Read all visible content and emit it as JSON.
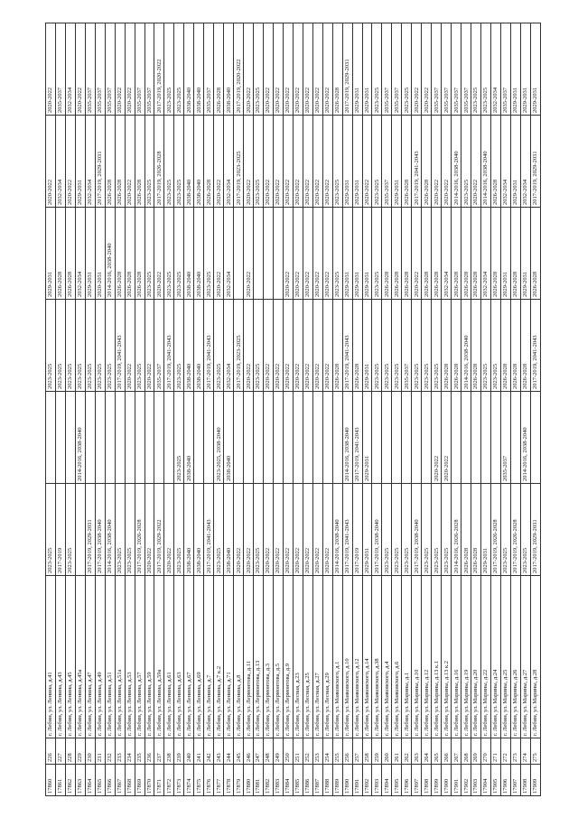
{
  "rows": [
    {
      "code": "17860",
      "num": "226",
      "address": "г. Лебин, ул. Ленина, д.41",
      "y1": "2023-2025",
      "y2": "",
      "y3": "2023-2025",
      "y4": "2029-2031",
      "y5": "2020-2022",
      "y6": "2020-2022"
    },
    {
      "code": "17861",
      "num": "227",
      "address": "г. Лебин, ул. Ленина, д.43",
      "y1": "2017-2019",
      "y2": "",
      "y3": "2023-2025",
      "y4": "2026-2028",
      "y5": "2032-2034",
      "y6": "2035-2037"
    },
    {
      "code": "17862",
      "num": "228",
      "address": "г. Лебин, ул. Ленина, д.45",
      "y1": "2023-2025",
      "y2": "",
      "y3": "2023-2025",
      "y4": "2026-2028",
      "y5": "2020-2022",
      "y6": "2032-2034"
    },
    {
      "code": "17863",
      "num": "229",
      "address": "г. Лебин, ул. Ленина, д.45а",
      "y1": "",
      "y2": "2014-2016, 2038-2040",
      "y3": "2023-2025",
      "y4": "2032-2034",
      "y5": "2029-2031",
      "y6": "2020-2022"
    },
    {
      "code": "17864",
      "num": "230",
      "address": "г. Лебин, ул. Ленина, д.47",
      "y1": "2017-2019, 2029-2031",
      "y2": "",
      "y3": "2023-2025",
      "y4": "2029-2031",
      "y5": "2032-2034",
      "y6": "2035-2037"
    },
    {
      "code": "17865",
      "num": "231",
      "address": "г. Лебин, ул. Ленина, д.49",
      "y1": "2017-2019, 2038-2040",
      "y2": "",
      "y3": "2023-2025",
      "y4": "2020-2031",
      "y5": "2017-2019, 2029-2031",
      "y6": "2035-2037"
    },
    {
      "code": "17866",
      "num": "232",
      "address": "г. Лебин, ул. Ленина, д.51",
      "y1": "2014-2016, 2038-2040",
      "y2": "",
      "y3": "2023-2025",
      "y4": "2014-2016, 2038-2040",
      "y5": "2026-2028",
      "y6": "2035-2037"
    },
    {
      "code": "17867",
      "num": "233",
      "address": "г. Лебин, ул. Ленина, д.51а",
      "y1": "2023-2025",
      "y2": "",
      "y3": "2017-2019, 2041-2043",
      "y4": "2026-2028",
      "y5": "2026-2028",
      "y6": "2020-2022"
    },
    {
      "code": "17868",
      "num": "234",
      "address": "г. Лебин, ул. Ленина, д.53",
      "y1": "2023-2025",
      "y2": "",
      "y3": "2020-2022",
      "y4": "2026-2028",
      "y5": "2020-2022",
      "y6": "2020-2022"
    },
    {
      "code": "17869",
      "num": "235",
      "address": "г. Лебин, ул. Ленина, д.57",
      "y1": "2017-2019, 2026-2028",
      "y2": "",
      "y3": "2023-2025",
      "y4": "2026-2028",
      "y5": "2026-2028",
      "y6": "2035-2037"
    },
    {
      "code": "17870",
      "num": "236",
      "address": "г. Лебин, ул. Ленина, д.59",
      "y1": "2020-2022",
      "y2": "",
      "y3": "2020-2022",
      "y4": "2023-2025",
      "y5": "2023-2025",
      "y6": "2035-2037"
    },
    {
      "code": "17871",
      "num": "237",
      "address": "г. Лебин, ул. Ленина, д.59а",
      "y1": "2017-2019, 2029-2022",
      "y2": "",
      "y3": "2035-2037",
      "y4": "2020-2022",
      "y5": "2017-2019, 2026-2028",
      "y6": "2017-2019, 2020-2022"
    },
    {
      "code": "17872",
      "num": "238",
      "address": "г. Лебин, ул. Ленина, д.61",
      "y1": "2020-2022",
      "y2": "",
      "y3": "2017-2019, 2041-2043",
      "y4": "2023-2025",
      "y5": "2023-2025",
      "y6": "2023-2025"
    },
    {
      "code": "17873",
      "num": "239",
      "address": "г. Лебин, ул. Ленина, д.63",
      "y1": "2023-2025",
      "y2": "2023-2025",
      "y3": "2023-2025",
      "y4": "2023-2025",
      "y5": "2023-2025",
      "y6": "2023-2025"
    },
    {
      "code": "17874",
      "num": "240",
      "address": "г. Лебин, ул. Ленина, д.67",
      "y1": "2038-2040",
      "y2": "2038-2040",
      "y3": "2038-2040",
      "y4": "2038-2040",
      "y5": "2038-2040",
      "y6": "2038-2040"
    },
    {
      "code": "17875",
      "num": "241",
      "address": "г. Лебин, ул. Ленина, д.69",
      "y1": "2038-2040",
      "y2": "",
      "y3": "2038-2040",
      "y4": "2038-2040",
      "y5": "2038-2040",
      "y6": "2038-2040"
    },
    {
      "code": "17876",
      "num": "242",
      "address": "г. Лебин, ул. Ленина, д.7",
      "y1": "2017-2019, 2041-2043",
      "y2": "",
      "y3": "2017-2019, 2041-2043",
      "y4": "2023-2025",
      "y5": "2026-2028",
      "y6": "2035-2037"
    },
    {
      "code": "17877",
      "num": "243",
      "address": "г. Лебин, ул. Ленина, д.7 к.2",
      "y1": "2023-2025",
      "y2": "2023-2025, 2038-2040",
      "y3": "2023-2025",
      "y4": "2020-2022",
      "y5": "2020-2022",
      "y6": "2026-2028"
    },
    {
      "code": "17878",
      "num": "244",
      "address": "г. Лебин, ул. Ленина, д.71",
      "y1": "2038-2040",
      "y2": "2038-2040",
      "y3": "2032-2034",
      "y4": "2032-2034",
      "y5": "2032-2034",
      "y6": "2038-2040"
    },
    {
      "code": "17879",
      "num": "245",
      "address": "г. Лебин, ул. Ленина, д.8",
      "y1": "2020-2022",
      "y2": "",
      "y3": "2017-2019, 2023-2025",
      "y4": "",
      "y5": "2017-2019, 2023-2025",
      "y6": "2017-2019, 2020-2022"
    },
    {
      "code": "17880",
      "num": "246",
      "address": "г. Лебин, ул. Лермонтова, д.11",
      "y1": "2020-2022",
      "y2": "",
      "y3": "2020-2022",
      "y4": "2020-2022",
      "y5": "2020-2022",
      "y6": "2020-2022"
    },
    {
      "code": "17881",
      "num": "247",
      "address": "г. Лебин, ул. Лермонтова, д.13",
      "y1": "2023-2025",
      "y2": "",
      "y3": "2023-2025",
      "y4": "",
      "y5": "2023-2025",
      "y6": "2023-2025"
    },
    {
      "code": "17882",
      "num": "248",
      "address": "г. Лебин, ул. Лермонтова, д.3",
      "y1": "2020-2022",
      "y2": "",
      "y3": "2020-2022",
      "y4": "",
      "y5": "2020-2022",
      "y6": "2020-2022"
    },
    {
      "code": "17883",
      "num": "249",
      "address": "г. Лебин, ул. Лермонтова, д.5",
      "y1": "2020-2022",
      "y2": "",
      "y3": "2020-2022",
      "y4": "",
      "y5": "2020-2022",
      "y6": "2020-2022"
    },
    {
      "code": "17884",
      "num": "250",
      "address": "г. Лебин, ул. Лермонтова, д.9",
      "y1": "2020-2022",
      "y2": "",
      "y3": "2020-2022",
      "y4": "2020-2022",
      "y5": "2020-2022",
      "y6": "2020-2022"
    },
    {
      "code": "17885",
      "num": "251",
      "address": "г. Лебин, ул. Лесная, д.23",
      "y1": "2020-2022",
      "y2": "",
      "y3": "2020-2022",
      "y4": "2020-2022",
      "y5": "2020-2022",
      "y6": "2020-2022"
    },
    {
      "code": "17886",
      "num": "252",
      "address": "г. Лебин, ул. Лесная, д.25",
      "y1": "2020-2022",
      "y2": "",
      "y3": "2020-2022",
      "y4": "2020-2022",
      "y5": "2020-2022",
      "y6": "2020-2022"
    },
    {
      "code": "17887",
      "num": "253",
      "address": "г. Лебин, ул. Лесная, д.27",
      "y1": "2020-2022",
      "y2": "",
      "y3": "2020-2022",
      "y4": "2020-2022",
      "y5": "2020-2022",
      "y6": "2020-2022"
    },
    {
      "code": "17888",
      "num": "254",
      "address": "г. Лебин, ул. Лесная, д.29",
      "y1": "2020-2022",
      "y2": "",
      "y3": "2020-2022",
      "y4": "2020-2022",
      "y5": "2020-2022",
      "y6": "2020-2022"
    },
    {
      "code": "17889",
      "num": "255",
      "address": "г. Лебин, ул. Маяковского, д.1",
      "y1": "2014-2016, 2038-2040",
      "y2": "",
      "y3": "2026-2028",
      "y4": "2023-2025",
      "y5": "2023-2025",
      "y6": "2026-2028"
    },
    {
      "code": "17890",
      "num": "256",
      "address": "г. Лебин, ул. Маяковского, д.10",
      "y1": "2017-2019, 2041-2043",
      "y2": "2014-2016, 2038-2040",
      "y3": "2017-2019, 2041-2043",
      "y4": "2029-2031",
      "y5": "2029-2031",
      "y6": "2017-2019, 2029-2031"
    },
    {
      "code": "17891",
      "num": "257",
      "address": "г. Лебин, ул. Маяковского, д.12",
      "y1": "2017-2019",
      "y2": "2017-2019, 2041-2043",
      "y3": "2026-2028",
      "y4": "2029-2031",
      "y5": "2029-2031",
      "y6": "2029-2031"
    },
    {
      "code": "17892",
      "num": "258",
      "address": "г. Лебин, ул. Маяковского, д.14",
      "y1": "2029-2031",
      "y2": "2029-2031",
      "y3": "2029-2031",
      "y4": "2029-2031",
      "y5": "2020-2022",
      "y6": "2029-2031"
    },
    {
      "code": "17893",
      "num": "259",
      "address": "г. Лебин, ул. Маяковского, д.38",
      "y1": "2017-2019, 2038-2040",
      "y2": "",
      "y3": "2023-2025",
      "y4": "2023-2025",
      "y5": "2023-2025",
      "y6": "2023-2025"
    },
    {
      "code": "17894",
      "num": "260",
      "address": "г. Лебин, ул. Маяковского, д.4",
      "y1": "2023-2025",
      "y2": "",
      "y3": "2023-2025",
      "y4": "2026-2028",
      "y5": "2035-2037",
      "y6": "2035-2037"
    },
    {
      "code": "17895",
      "num": "261",
      "address": "г. Лебин, ул. Маяковского, д.6",
      "y1": "2023-2025",
      "y2": "",
      "y3": "2023-2025",
      "y4": "2026-2028",
      "y5": "2029-2031",
      "y6": "2035-2037"
    },
    {
      "code": "17896",
      "num": "262",
      "address": "г. Лебин, ул. Марины, д.1",
      "y1": "2023-2025",
      "y2": "",
      "y3": "2035-2037",
      "y4": "2026-2028",
      "y5": "2026-2028",
      "y6": "2023-2025"
    },
    {
      "code": "17897",
      "num": "263",
      "address": "г. Лебин, ул. Марины, д.10",
      "y1": "2017-2019, 2038-2040",
      "y2": "",
      "y3": "2023-2025",
      "y4": "2020-2022",
      "y5": "2017-2019, 2041-2043",
      "y6": "2020-2022"
    },
    {
      "code": "17898",
      "num": "264",
      "address": "г. Лебин, ул. Марины, д.12",
      "y1": "2023-2025",
      "y2": "",
      "y3": "2023-2025",
      "y4": "2026-2028",
      "y5": "2026-2028",
      "y6": "2020-2022"
    },
    {
      "code": "17899",
      "num": "265",
      "address": "г. Лебин, ул. Марины, д.13 к.1",
      "y1": "2023-2025",
      "y2": "2020-2022",
      "y3": "2023-2025",
      "y4": "2026-2028",
      "y5": "2020-2022",
      "y6": "2035-2037"
    },
    {
      "code": "17900",
      "num": "266",
      "address": "г. Лебин, ул. Марины, д.13 к.2",
      "y1": "2023-2025",
      "y2": "2020-2022",
      "y3": "2026-2028",
      "y4": "2032-2034",
      "y5": "2020-2022",
      "y6": "2035-2037"
    },
    {
      "code": "17901",
      "num": "267",
      "address": "г. Лебин, ул. Марины, д.16",
      "y1": "2014-2016, 2026-2028",
      "y2": "",
      "y3": "2026-2028",
      "y4": "2026-2028",
      "y5": "2014-2016, 2038-2040",
      "y6": "2035-2037"
    },
    {
      "code": "17902",
      "num": "268",
      "address": "г. Лебин, ул. Марины, д.19",
      "y1": "2026-2028",
      "y2": "",
      "y3": "2014-2016, 2038-2040",
      "y4": "2026-2028",
      "y5": "2023-2025",
      "y6": "2035-2037"
    },
    {
      "code": "17903",
      "num": "269",
      "address": "г. Лебин, ул. Марины, д.20",
      "y1": "2026-2028",
      "y2": "",
      "y3": "2026-2028",
      "y4": "2026-2028",
      "y5": "2020-2022",
      "y6": "2023-2025"
    },
    {
      "code": "17904",
      "num": "270",
      "address": "г. Лебин, ул. Марины, д.22",
      "y1": "2029-2031",
      "y2": "",
      "y3": "2023-2025",
      "y4": "2032-2034",
      "y5": "2014-2016, 2038-2040",
      "y6": "2023-2025"
    },
    {
      "code": "17905",
      "num": "271",
      "address": "г. Лебин, ул. Марины, д.24",
      "y1": "2017-2019, 2026-2028",
      "y2": "",
      "y3": "2023-2025",
      "y4": "2026-2028",
      "y5": "2026-2028",
      "y6": "2032-2034"
    },
    {
      "code": "17906",
      "num": "272",
      "address": "г. Лебин, ул. Марины, д.25",
      "y1": "2023-2025",
      "y2": "2035-2037",
      "y3": "2026-2028",
      "y4": "2029-2031",
      "y5": "2032-2034",
      "y6": "2035-2037"
    },
    {
      "code": "17907",
      "num": "273",
      "address": "г. Лебин, ул. Марины, д.26",
      "y1": "2017-2019, 2026-2028",
      "y2": "",
      "y3": "2026-2028",
      "y4": "2026-2028",
      "y5": "2029-2031",
      "y6": "2029-2031"
    },
    {
      "code": "17908",
      "num": "274",
      "address": "г. Лебин, ул. Марины, д.27",
      "y1": "2023-2025",
      "y2": "2014-2016, 2038-2040",
      "y3": "2026-2028",
      "y4": "2029-2031",
      "y5": "2032-2034",
      "y6": "2029-2031"
    },
    {
      "code": "17909",
      "num": "275",
      "address": "г. Лебин, ул. Марины, д.28",
      "y1": "2017-2019, 2029-2031",
      "y2": "",
      "y3": "2017-2019, 2041-2043",
      "y4": "2026-2028",
      "y5": "2017-2019, 2029-2031",
      "y6": "2029-2031"
    }
  ]
}
